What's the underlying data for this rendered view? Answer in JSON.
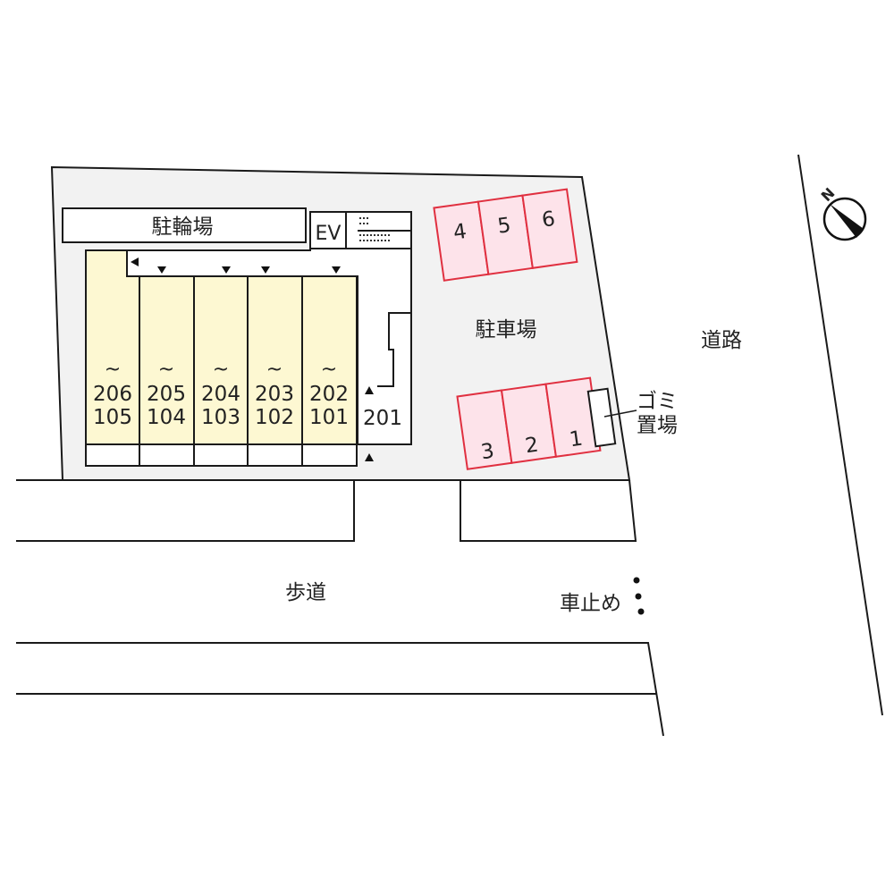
{
  "site": {
    "bicycle_parking": "駐輪場",
    "elevator": "EV",
    "parking_lot": "駐車場",
    "garbage": {
      "line1": "ゴミ",
      "line2": "置場"
    },
    "road": "道路",
    "sidewalk": "歩道",
    "car_stop": "車止め",
    "north_label": "N"
  },
  "units": [
    {
      "upper": "206",
      "lower": "105",
      "tilde": "~"
    },
    {
      "upper": "205",
      "lower": "104",
      "tilde": "~"
    },
    {
      "upper": "204",
      "lower": "103",
      "tilde": "~"
    },
    {
      "upper": "203",
      "lower": "102",
      "tilde": "~"
    },
    {
      "upper": "202",
      "lower": "101",
      "tilde": "~"
    }
  ],
  "corner_unit": "201",
  "parking_spaces": {
    "top": [
      "4",
      "5",
      "6"
    ],
    "bottom": [
      "3",
      "2",
      "1"
    ]
  },
  "colors": {
    "site_fill": "#f2f2f2",
    "unit_fill": "#fdf8d2",
    "parking_fill": "#fde3ea",
    "parking_stroke": "#e03040",
    "line": "#1a1a1a"
  }
}
